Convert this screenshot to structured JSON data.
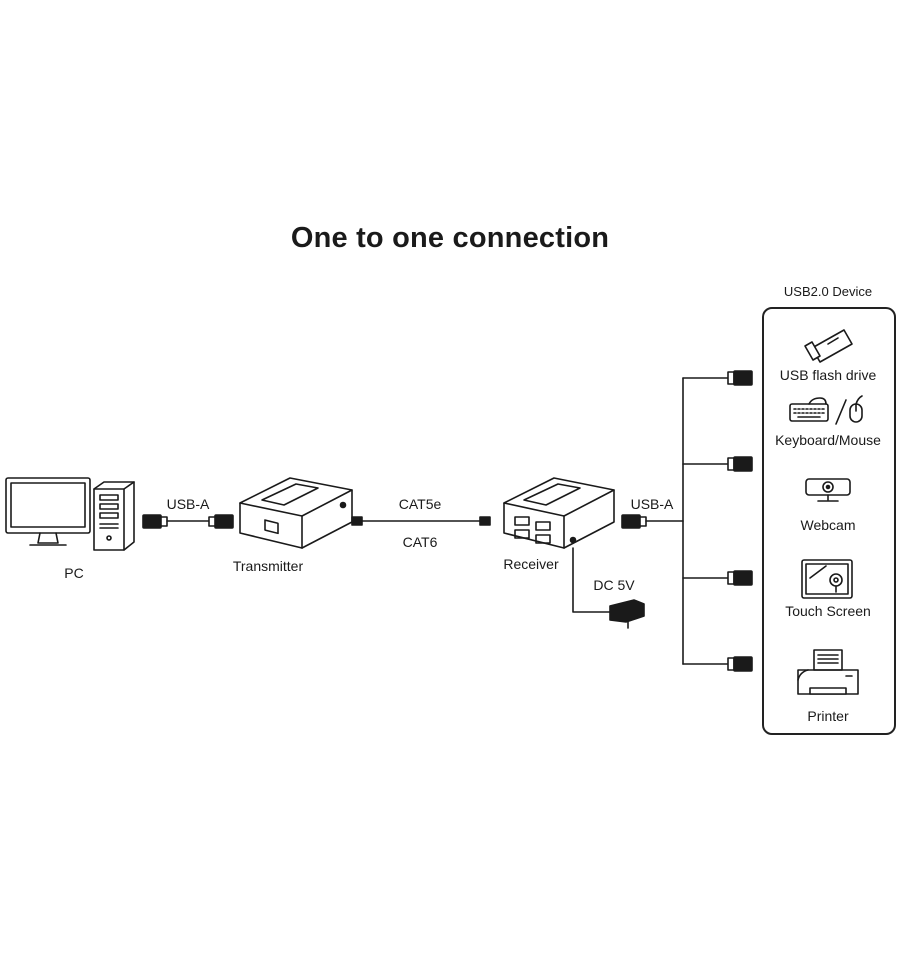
{
  "title": "One to one connection",
  "labels": {
    "pc": "PC",
    "usb_a_left": "USB-A",
    "transmitter": "Transmitter",
    "cat5e": "CAT5e",
    "cat6": "CAT6",
    "receiver": "Receiver",
    "dc5v": "DC 5V",
    "usb_a_right": "USB-A"
  },
  "device_panel": {
    "heading": "USB2.0 Device",
    "devices": [
      {
        "label": "USB flash drive",
        "icon": "usb-flash-drive-icon"
      },
      {
        "label": "Keyboard/Mouse",
        "icon": "keyboard-mouse-icon"
      },
      {
        "label": "Webcam",
        "icon": "webcam-icon"
      },
      {
        "label": "Touch Screen",
        "icon": "touch-screen-icon"
      },
      {
        "label": "Printer",
        "icon": "printer-icon"
      }
    ]
  },
  "colors": {
    "line": "#1a1a1a",
    "background": "#ffffff"
  }
}
